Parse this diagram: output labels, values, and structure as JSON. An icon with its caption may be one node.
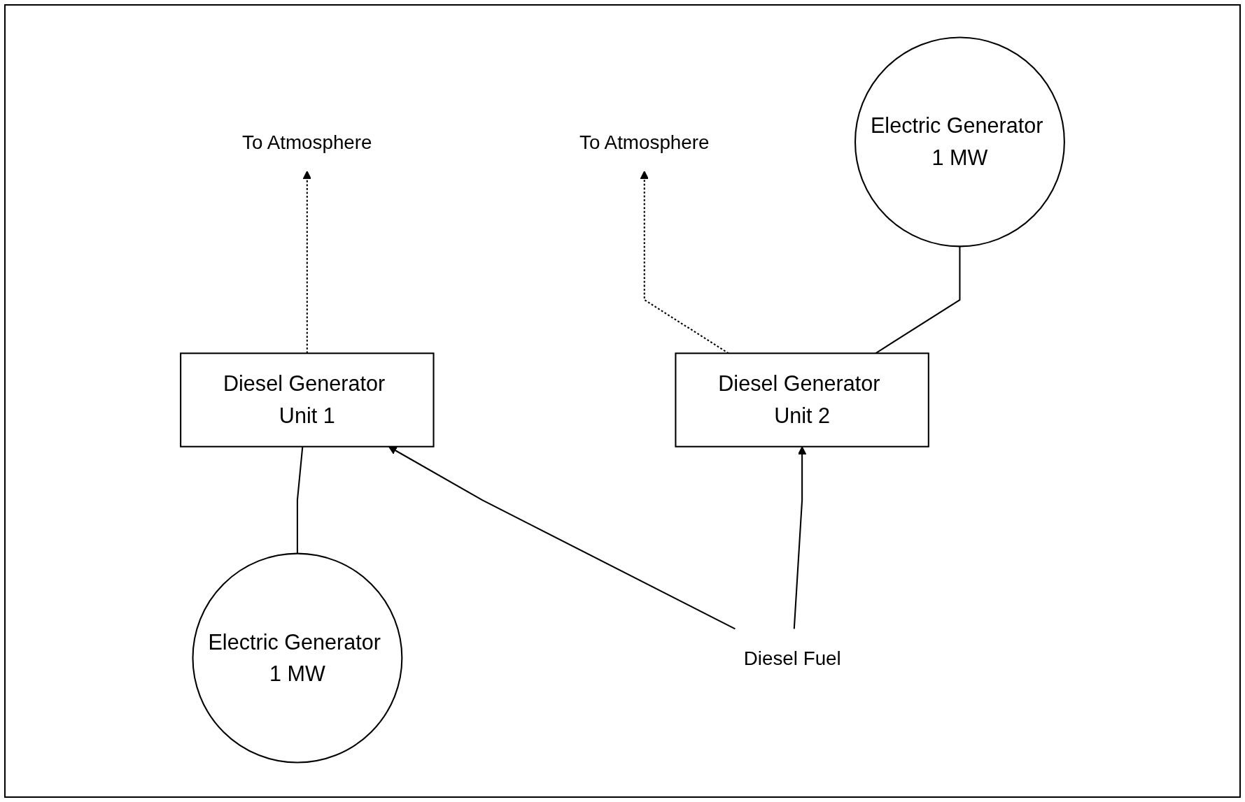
{
  "diagram": {
    "nodes": [
      {
        "text": [
          "To Atmosphere"
        ]
      },
      {
        "text": [
          "To Atmosphere"
        ]
      },
      {
        "text": [
          "Electric Generator 1 MW"
        ]
      },
      {
        "text": [
          "Diesel Generator Unit 1"
        ]
      },
      {
        "text": [
          "Diesel Generator Unit 2"
        ]
      },
      {
        "text": [
          "Electric Generator 1 MW"
        ]
      },
      {
        "text": [
          "Diesel Fuel"
        ]
      }
    ],
    "edges": [
      {
        "from": 3,
        "to": 0,
        "arrow": "to",
        "style": "dashed"
      },
      {
        "from": 4,
        "to": 1,
        "arrow": "to",
        "style": "dashed"
      },
      {
        "from": 2,
        "to": 3,
        "arrow": "none"
      },
      {
        "from": 4,
        "to": 5,
        "arrow": "none"
      },
      {
        "from": 6,
        "to": 3,
        "arrow": "to"
      },
      {
        "from": 6,
        "to": 4,
        "arrow": "to"
      }
    ]
  }
}
